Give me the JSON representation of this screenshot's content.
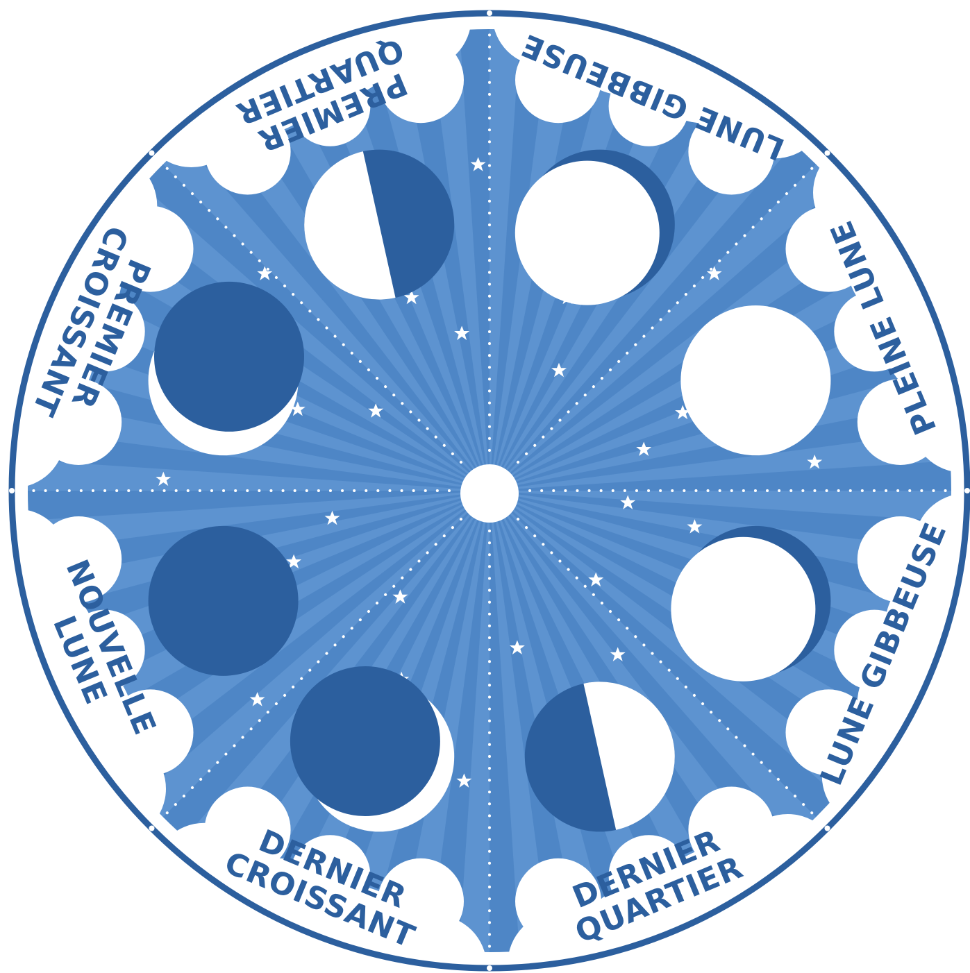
{
  "colors": {
    "ring": "#2c5f9e",
    "sky_base": "#4e86c6",
    "sky_ray": "#6a9fd8",
    "moon_dark": "#2c5f9e",
    "moon_light": "#ffffff",
    "cloud": "#ffffff",
    "label_text": "#2c5f9e",
    "star": "#ffffff"
  },
  "phases": [
    {
      "name": "new-moon",
      "label_lines": [
        "NOUVELLE",
        "LUNE"
      ],
      "lit_fraction": 0.0
    },
    {
      "name": "waning-crescent",
      "label_lines": [
        "DERNIER",
        "CROISSANT"
      ],
      "lit_fraction": 0.15
    },
    {
      "name": "last-quarter",
      "label_lines": [
        "DERNIER",
        "QUARTIER"
      ],
      "lit_fraction": 0.5
    },
    {
      "name": "waning-gibbous",
      "label_lines": [
        "LUNE GIBBEUSE"
      ],
      "lit_fraction": 0.85
    },
    {
      "name": "full-moon",
      "label_lines": [
        "PLEINE LUNE"
      ],
      "lit_fraction": 1.0
    },
    {
      "name": "waxing-gibbous",
      "label_lines": [
        "LUNE GIBBEUSE"
      ],
      "lit_fraction": 0.85
    },
    {
      "name": "first-quarter",
      "label_lines": [
        "PREMIER",
        "QUARTIER"
      ],
      "lit_fraction": 0.5
    },
    {
      "name": "waxing-crescent",
      "label_lines": [
        "PREMIER",
        "CROISSANT"
      ],
      "lit_fraction": 0.15
    }
  ]
}
